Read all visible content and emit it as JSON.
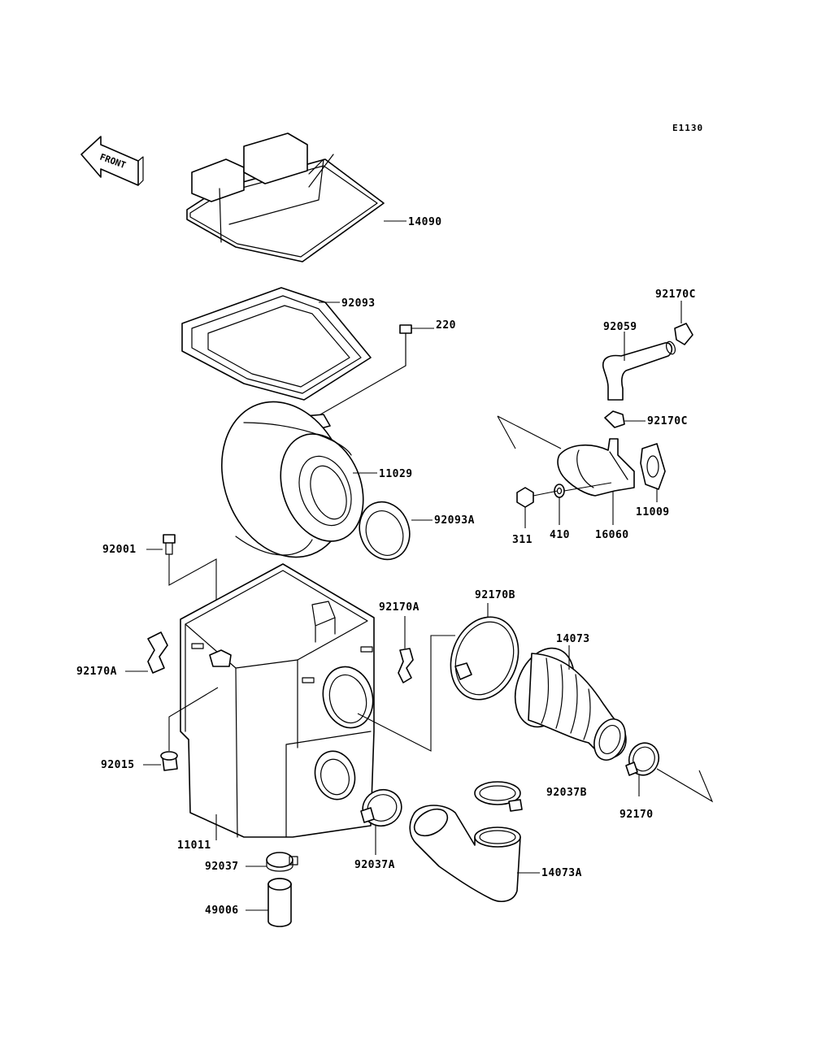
{
  "diagram": {
    "code": "E1130",
    "front_label": "FRONT",
    "labels": {
      "p14090": "14090",
      "p92093": "92093",
      "p220": "220",
      "p11029": "11029",
      "p92093A": "92093A",
      "p92001": "92001",
      "p92170A_left": "92170A",
      "p92170A_mid": "92170A",
      "p92015": "92015",
      "p11011": "11011",
      "p92037": "92037",
      "p49006": "49006",
      "p92170C_top": "92170C",
      "p92059": "92059",
      "p92170C_mid": "92170C",
      "p11009": "11009",
      "p311": "311",
      "p410": "410",
      "p16060": "16060",
      "p92170B": "92170B",
      "p14073": "14073",
      "p92037B": "92037B",
      "p92170": "92170",
      "p92037A": "92037A",
      "p14073A": "14073A"
    }
  }
}
